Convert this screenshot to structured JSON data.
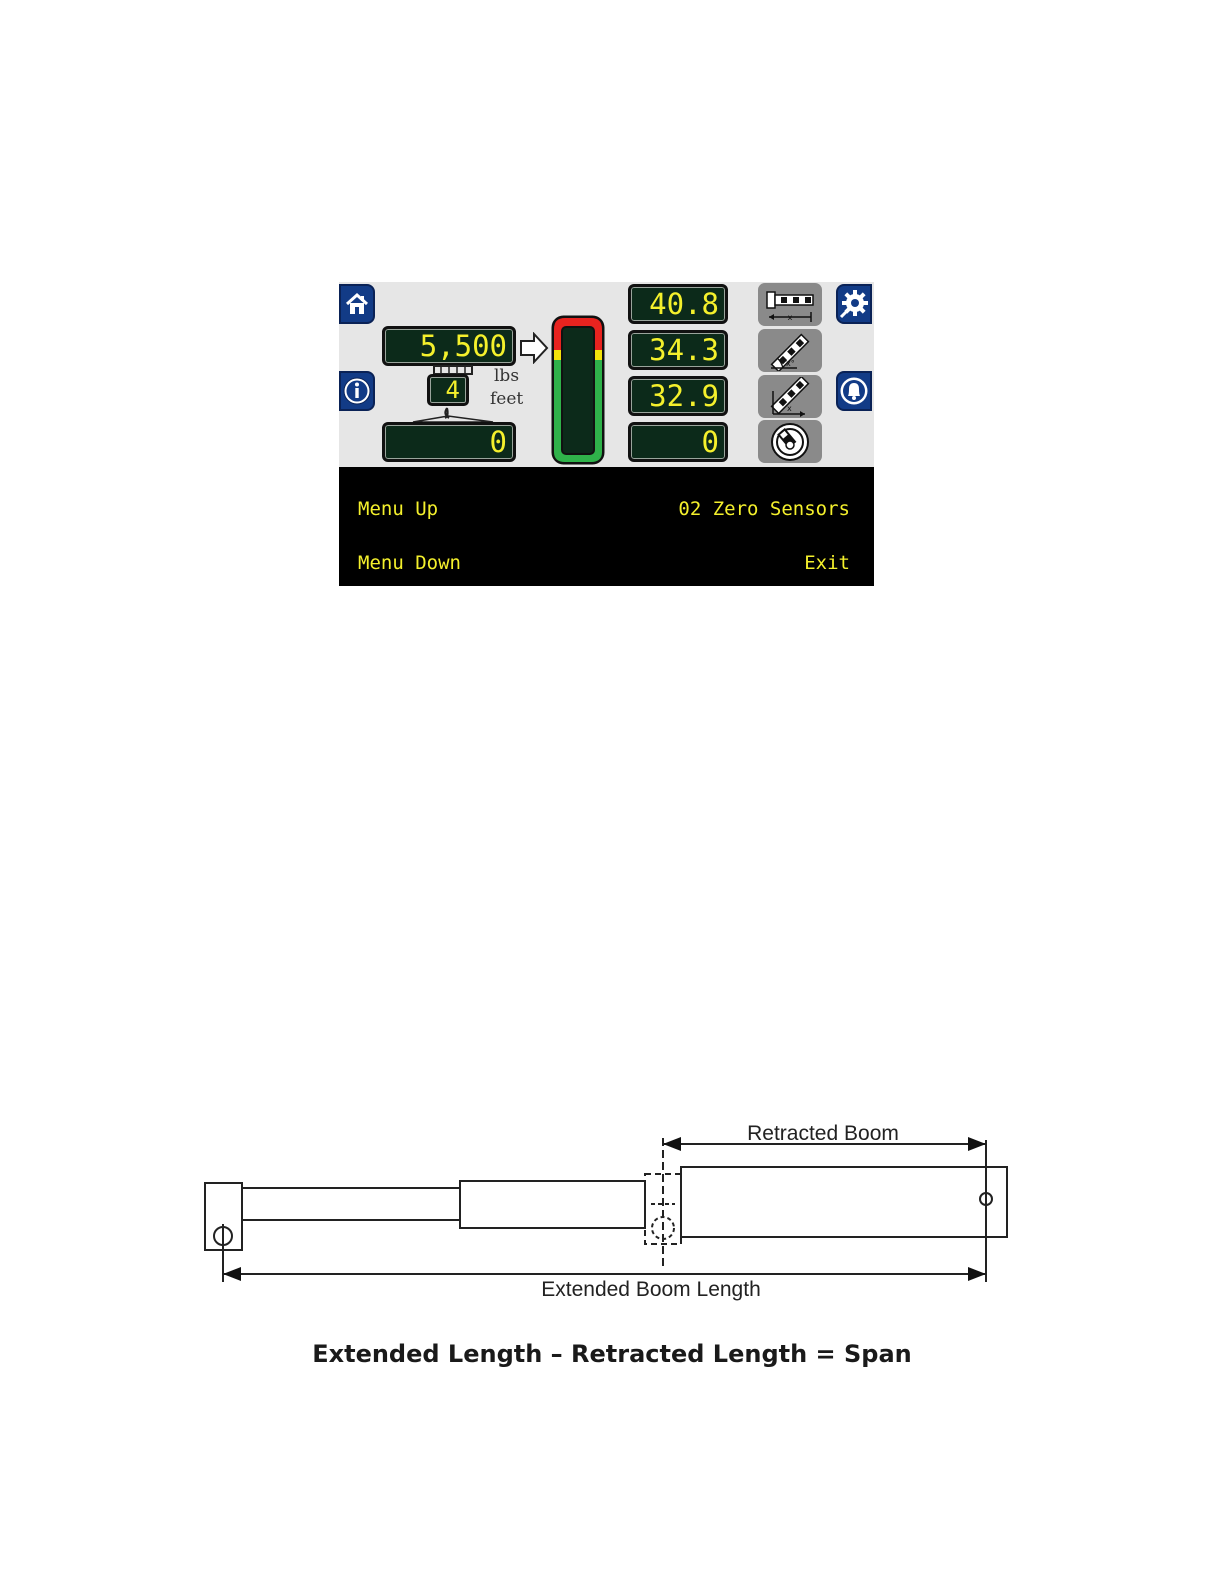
{
  "screen": {
    "load_value": "5,500",
    "parts_of_line": "4",
    "unit_weight": "lbs",
    "unit_length": "feet",
    "bottom_left_value": "0",
    "right_readouts": [
      "40.8",
      "34.3",
      "32.9",
      "0"
    ],
    "capacity_bar": {
      "colors": {
        "danger": "#e8231f",
        "warning": "#f4e20a",
        "ok": "#2fb24a"
      }
    },
    "icons": {
      "home": "home-icon",
      "info": "info-icon",
      "settings": "gear-icon",
      "alarm": "bell-icon",
      "sensor_1": "boom-length-icon",
      "sensor_2": "boom-angle-icon",
      "sensor_3": "boom-radius-icon",
      "sensor_4": "slew-icon"
    },
    "menu": {
      "up": "Menu Up",
      "down": "Menu Down",
      "selected": "02 Zero Sensors",
      "exit": "Exit"
    }
  },
  "diagram": {
    "retracted_label": "Retracted Boom",
    "extended_label": "Extended Boom Length",
    "formula": "Extended Length – Retracted Length = Span"
  }
}
